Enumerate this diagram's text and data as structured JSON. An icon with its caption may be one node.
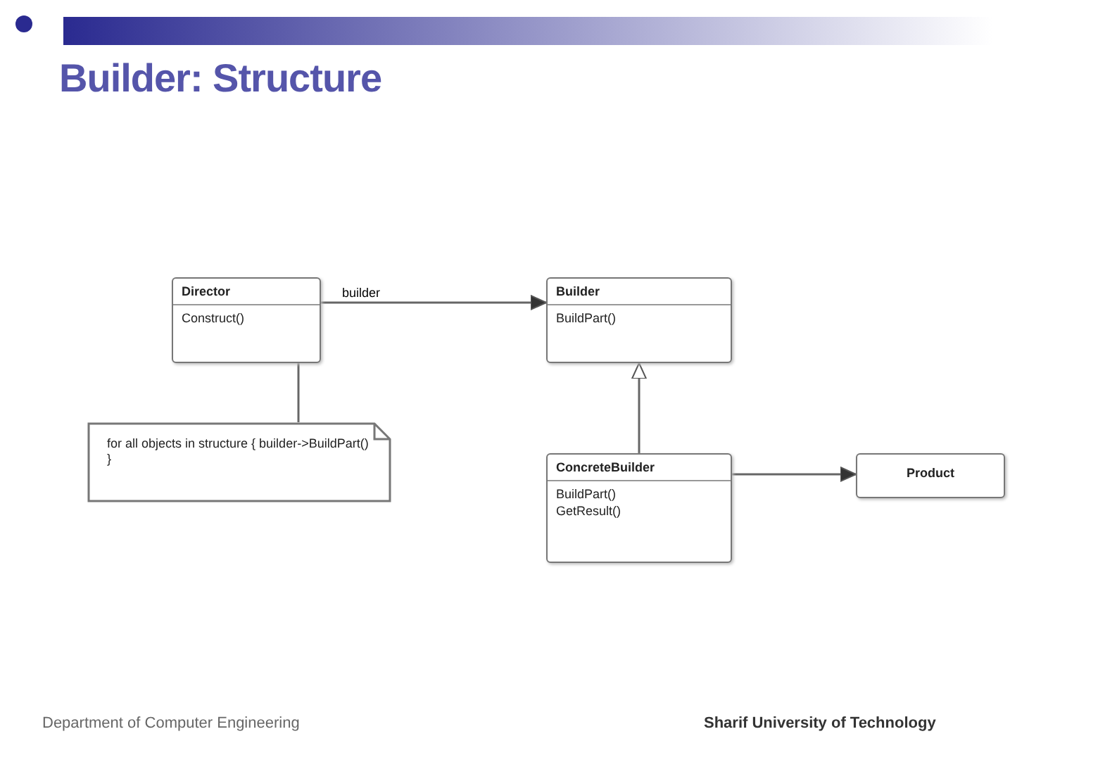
{
  "diagram": {
    "title": "Builder: Structure",
    "nodes": [
      {
        "text": [
          "Director",
          "Construct()"
        ]
      },
      {
        "text": [
          "Builder",
          "BuildPart()"
        ]
      },
      {
        "text": [
          "for all objects in structure { builder->BuildPart() }"
        ]
      },
      {
        "text": [
          "ConcreteBuilder",
          "BuildPart()",
          "GetResult()"
        ]
      },
      {
        "text": [
          "Product"
        ]
      }
    ],
    "edges": [
      {
        "from": 0,
        "to": 1,
        "arrow": "to",
        "label": "builder"
      },
      {
        "from": 2,
        "to": 0,
        "arrow": "none"
      },
      {
        "from": 3,
        "to": 1,
        "arrow": "to"
      },
      {
        "from": 3,
        "to": 4,
        "arrow": "to"
      }
    ],
    "labels": [
      "Department of Computer Engineering",
      "Sharif University of Technology"
    ]
  }
}
